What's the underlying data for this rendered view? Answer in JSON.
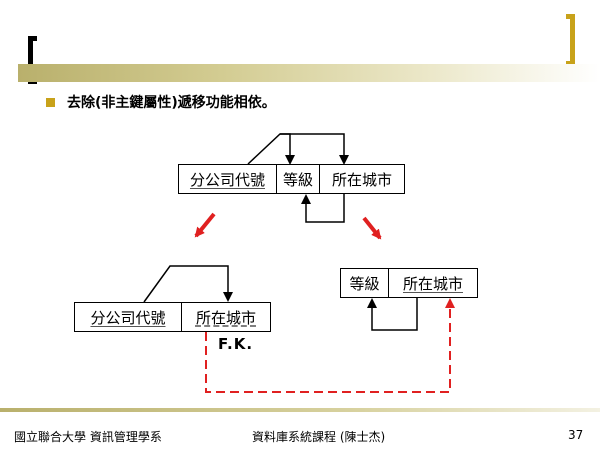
{
  "slide": {
    "bullet_text": "去除(非主鍵屬性)遞移功能相依。"
  },
  "top_table": {
    "fields": [
      "分公司代號",
      "等級",
      "所在城市"
    ]
  },
  "left_table": {
    "fields": [
      "分公司代號",
      "所在城市"
    ]
  },
  "right_table": {
    "fields": [
      "等級",
      "所在城市"
    ]
  },
  "fk_label": "F.K.",
  "footer": {
    "left": "國立聯合大學 資訊管理學系",
    "middle": "資料庫系統課程 (陳士杰)",
    "page": "37"
  },
  "colors": {
    "accent_gold": "#c8a21a",
    "title_band": "#b9b06c",
    "arrow_red": "#e02020"
  }
}
